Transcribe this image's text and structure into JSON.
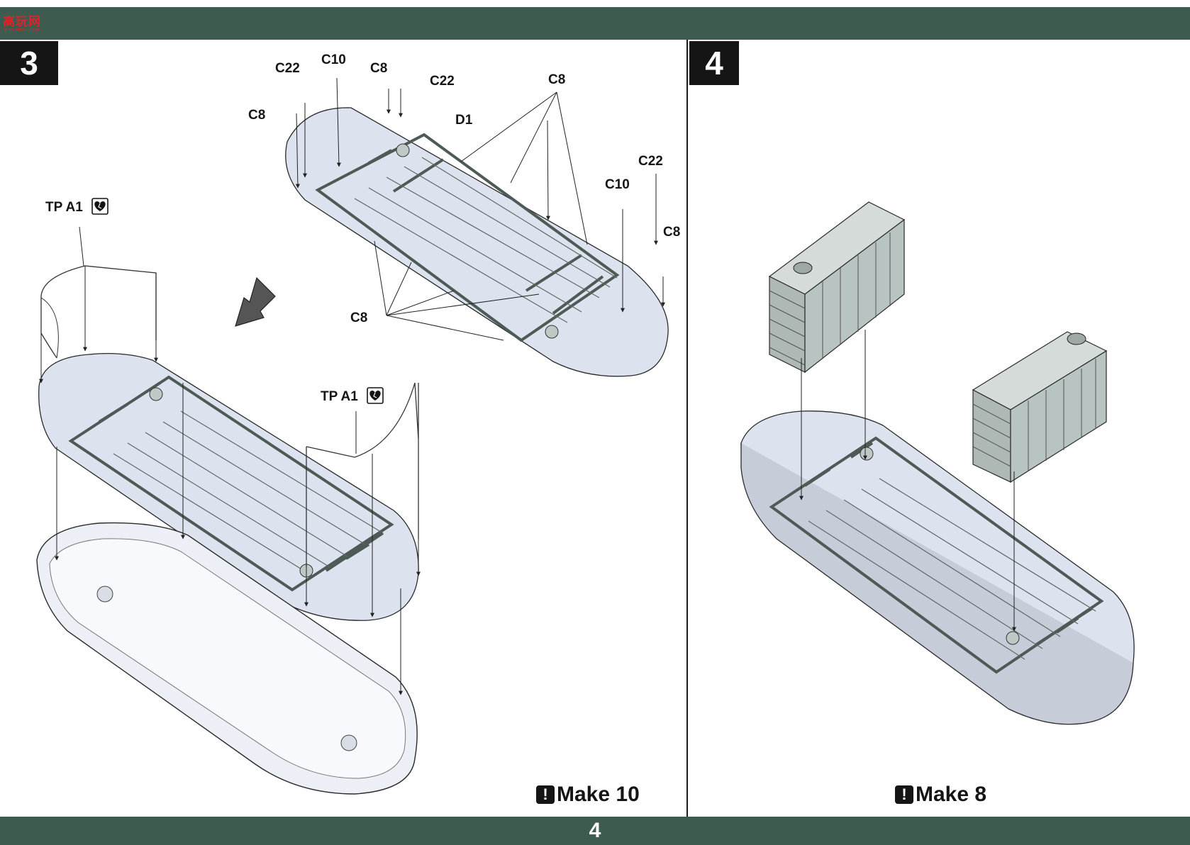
{
  "header": {
    "logo_text": "高玩网",
    "logo_sub": "gao-shou.com"
  },
  "footer": {
    "page_number": "4"
  },
  "step3": {
    "number": "3",
    "note": "Make 10",
    "callouts": {
      "c22_a": "C22",
      "c10_a": "C10",
      "c8_a": "C8",
      "c22_b": "C22",
      "c8_b": "C8",
      "d1": "D1",
      "c8_c": "C8",
      "c22_c": "C22",
      "c10_b": "C10",
      "c8_d": "C8",
      "c8_e": "C8",
      "tpa1_a": "TP A1",
      "tpa1_b": "TP A1"
    }
  },
  "step4": {
    "number": "4",
    "note": "Make 8"
  },
  "colors": {
    "bar": "#3d5b4f",
    "part_fill": "#dde3ee",
    "frame_dark": "#4d5a56",
    "panel": "#b8c4c1"
  },
  "icons": [
    "heart-broken-icon",
    "exclamation-icon",
    "arrow-down-left-icon"
  ]
}
